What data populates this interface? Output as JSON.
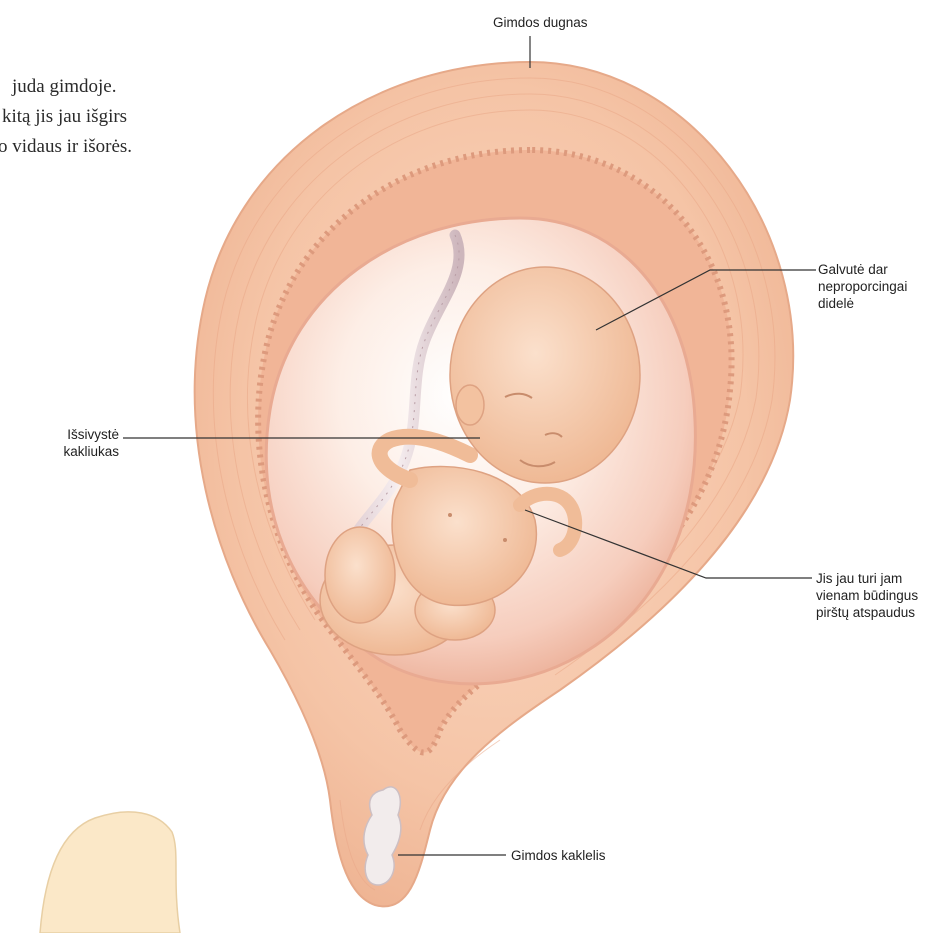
{
  "body_text": {
    "lines": [
      "juda gimdoje.",
      "kitą jis jau išgirs",
      "o vidaus ir išorės."
    ]
  },
  "labels": {
    "fundus": "Gimdos dugnas",
    "head": [
      "Galvutė dar",
      "neproporcingai",
      "didelė"
    ],
    "neck": [
      "Išsivystė",
      "kakliukas"
    ],
    "fingerprints": [
      "Jis jau turi jam",
      "vienam būdingus",
      "pirštų atspaudus"
    ],
    "cervix": "Gimdos kaklelis"
  },
  "colors": {
    "uterus_wall": "#f6c9ad",
    "uterus_inner": "#f2b79a",
    "amniotic": "#fbe6dc",
    "fetus": "#f3c2a0",
    "cord": "#e9d6d6",
    "leader_line": "#333333"
  }
}
